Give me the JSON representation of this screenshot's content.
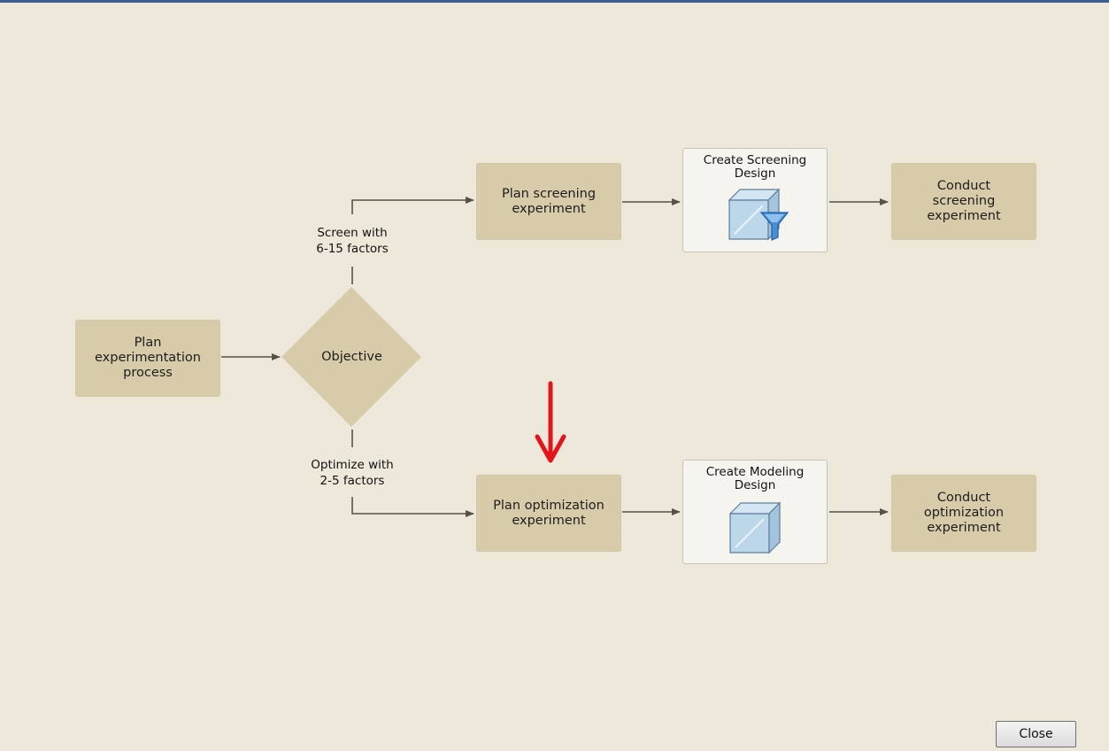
{
  "flowchart": {
    "start_node": "Plan\nexperimentation\nprocess",
    "decision_node": "Objective",
    "branch_screen_label": "Screen with\n6-15 factors",
    "branch_optimize_label": "Optimize with\n2-5 factors",
    "screening": {
      "plan": "Plan screening\nexperiment",
      "design_title": "Create Screening\nDesign",
      "design_icon": "cube-filter-icon",
      "conduct": "Conduct\nscreening\nexperiment"
    },
    "optimization": {
      "plan": "Plan optimization\nexperiment",
      "design_title": "Create Modeling\nDesign",
      "design_icon": "cube-icon",
      "conduct": "Conduct\noptimization\nexperiment"
    },
    "annotation": {
      "type": "red-down-arrow",
      "color": "#e3141c"
    }
  },
  "footer": {
    "close_label": "Close"
  },
  "colors": {
    "node_fill": "#d8cbaa",
    "background": "#ede8d9",
    "connector": "#55524a",
    "header_border": "#3a5f93"
  }
}
